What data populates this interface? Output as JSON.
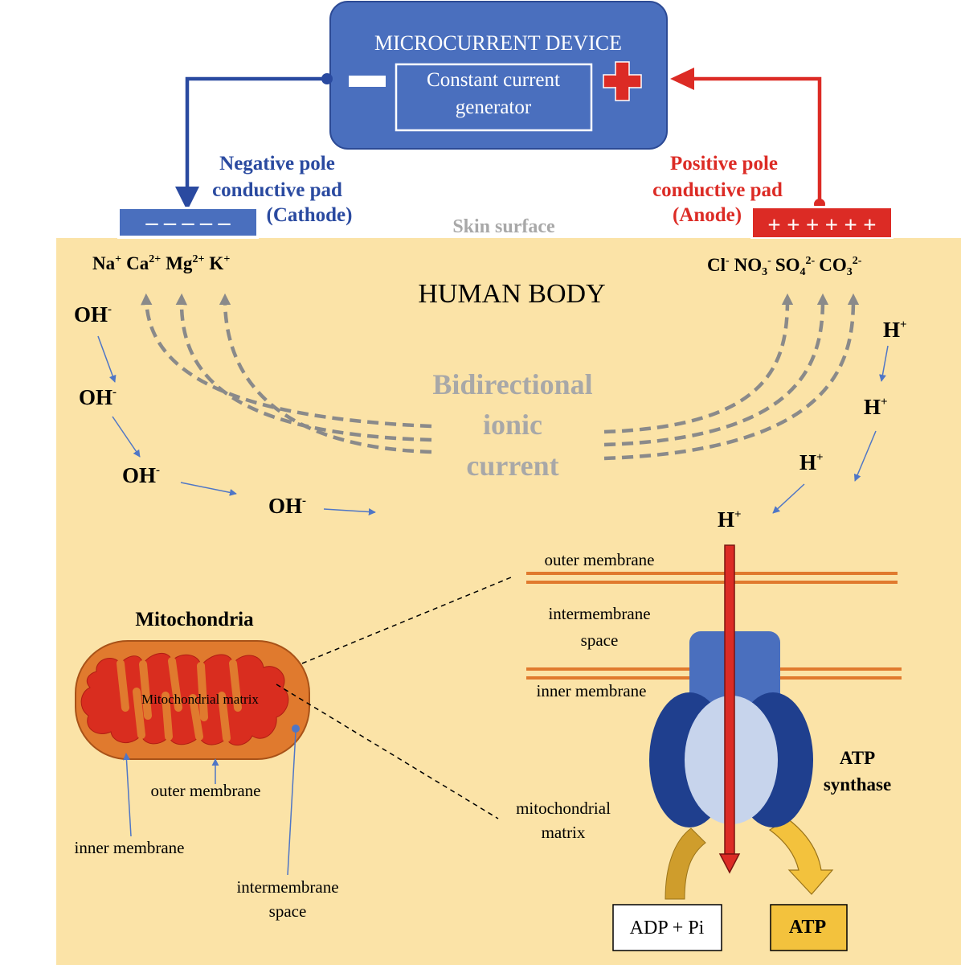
{
  "device": {
    "title": "MICROCURRENT DEVICE",
    "generator_line1": "Constant current",
    "generator_line2": "generator"
  },
  "negative_pad": {
    "label_line1": "Negative pole",
    "label_line2": "conductive pad",
    "label_line3": "(Cathode)",
    "signs": "– – – – –"
  },
  "positive_pad": {
    "label_line1": "Positive pole",
    "label_line2": "conductive pad",
    "label_line3": "(Anode)",
    "signs": "+ + + + + +"
  },
  "skin_surface": "Skin surface",
  "body_title": "HUMAN BODY",
  "cations": {
    "na": "Na",
    "na_sup": "+",
    "ca": "Ca",
    "ca_sup": "2+",
    "mg": "Mg",
    "mg_sup": "2+",
    "k": "K",
    "k_sup": "+"
  },
  "anions": {
    "cl": "Cl",
    "cl_sup": "-",
    "no": "NO",
    "no_sub": "3",
    "no_sup": "-",
    "so": "SO",
    "so_sub": "4",
    "so_sup": "2-",
    "co": "CO",
    "co_sub": "3",
    "co_sup": "2-"
  },
  "current": {
    "line1": "Bidirectional",
    "line2": "ionic",
    "line3": "current"
  },
  "hydroxide": {
    "base": "OH",
    "sup": "-"
  },
  "proton": {
    "base": "H",
    "sup": "+"
  },
  "mitochondria": {
    "title": "Mitochondria",
    "matrix_label": "Mitochondrial matrix",
    "outer_membrane": "outer membrane",
    "inner_membrane": "inner membrane",
    "intermembrane_line1": "intermembrane",
    "intermembrane_line2": "space"
  },
  "membrane_detail": {
    "outer_membrane": "outer membrane",
    "intermembrane_line1": "intermembrane",
    "intermembrane_line2": "space",
    "inner_membrane": "inner membrane",
    "matrix_line1": "mitochondrial",
    "matrix_line2": "matrix"
  },
  "atp_synthase": {
    "line1": "ATP",
    "line2": "synthase"
  },
  "adp_pi": "ADP + Pi",
  "atp": "ATP",
  "colors": {
    "device_blue": "#4a6fbe",
    "negative_blue": "#2a4aa0",
    "positive_red": "#dc2b25",
    "body_bg": "#fbe3a7",
    "arrow_grey": "#8a8a8a",
    "mito_orange": "#e07a2e",
    "mito_red": "#d92d1f",
    "synthase_dark": "#1f3f8e",
    "synthase_light": "#c7d4ec",
    "atp_yellow": "#f3c23d"
  }
}
